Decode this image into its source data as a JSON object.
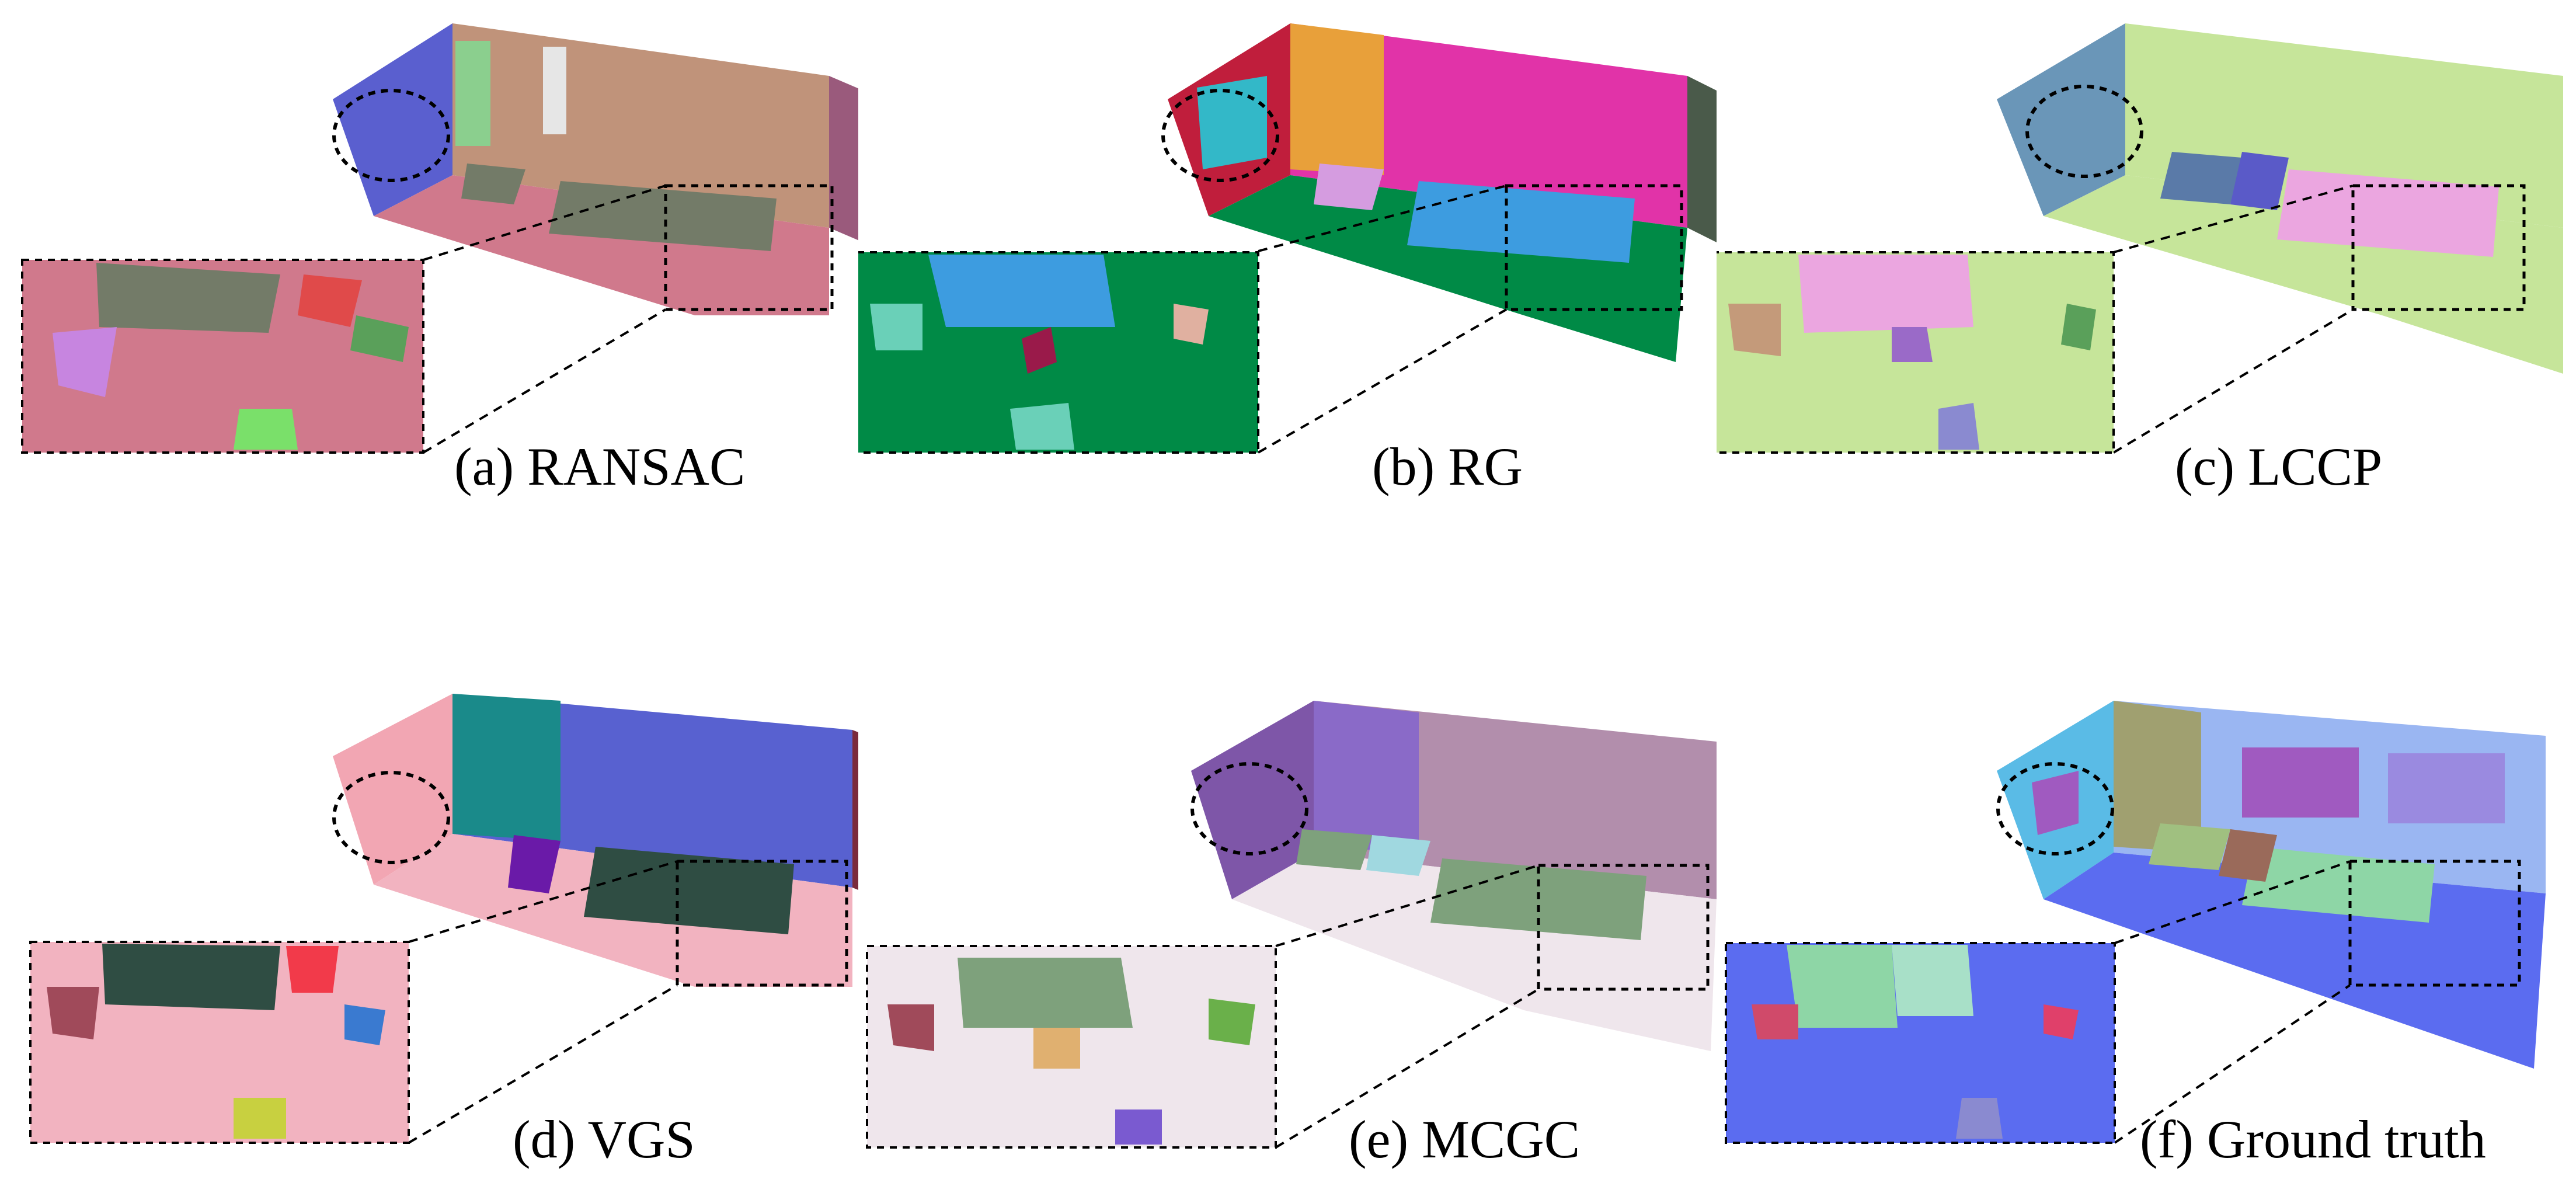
{
  "figure": {
    "panels": [
      {
        "id": "a",
        "caption": "(a) RANSAC",
        "colors": {
          "floor": "#d0798c",
          "back_wall": "#c0937a",
          "left_wall": "#5a5fcf",
          "right_wall": "#9a5a7c",
          "table": "#737b68",
          "inset_bg": "#d0798c"
        }
      },
      {
        "id": "b",
        "caption": "(b) RG",
        "colors": {
          "floor": "#008a46",
          "back_wall": "#e133a8",
          "left_wall": "#c01e3c",
          "right_wall": "#4a5a4a",
          "table": "#3d9ce0",
          "inset_bg": "#008a46"
        }
      },
      {
        "id": "c",
        "caption": "(c) LCCP",
        "colors": {
          "floor": "#c6e59a",
          "back_wall": "#c6e59a",
          "left_wall": "#6a96b8",
          "right_wall": "#c6e59a",
          "table": "#eba6e0",
          "inset_bg": "#c6e59a"
        }
      },
      {
        "id": "d",
        "caption": "(d) VGS",
        "colors": {
          "floor": "#f2b3c0",
          "back_wall": "#5861d0",
          "left_wall": "#f2a6b3",
          "right_wall": "#7a2a3c",
          "table": "#2f4d43",
          "inset_bg": "#f2b3c0"
        }
      },
      {
        "id": "e",
        "caption": "(e) MCGC",
        "colors": {
          "floor": "#efe6ec",
          "back_wall": "#b28eac",
          "left_wall": "#7e56a8",
          "right_wall": "#c9c96a",
          "table": "#7ea17c",
          "inset_bg": "#efe6ec"
        }
      },
      {
        "id": "f",
        "caption": "(f) Ground truth",
        "colors": {
          "floor": "#5b6cf0",
          "back_wall": "#9ab6f2",
          "left_wall": "#5abbe6",
          "right_wall": "#9ab6f2",
          "table": "#8ed6a6",
          "inset_bg": "#5b6cf0"
        }
      }
    ]
  }
}
